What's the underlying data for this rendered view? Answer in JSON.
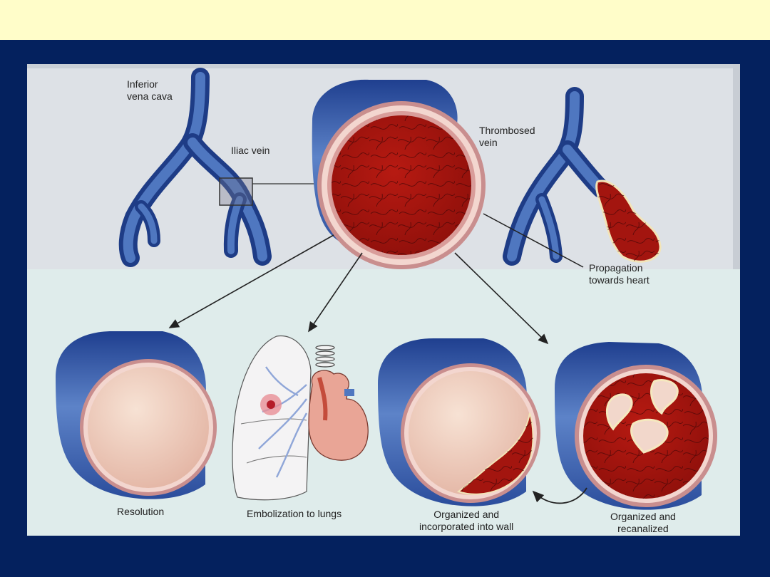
{
  "labels": {
    "inferior_vena_cava": "Inferior\nvena cava",
    "iliac_vein": "Iliac vein",
    "thrombosed_vein": "Thrombosed\nvein",
    "propagation": "Propagation\ntowards heart",
    "resolution": "Resolution",
    "embolization": "Embolization to lungs",
    "organized_incorporated": "Organized and\nincorporated into wall",
    "organized_recanalized": "Organized and\nrecanalized"
  },
  "colors": {
    "title_band": "#fffdc9",
    "slide_background": "#04215e",
    "vein_blue": "#3a5ea8",
    "thrombus_red": "#a3150f",
    "vessel_wall_pink": "#e8b3b3",
    "top_panel": "#dde1e6",
    "bottom_panel": "#dfeceb"
  }
}
